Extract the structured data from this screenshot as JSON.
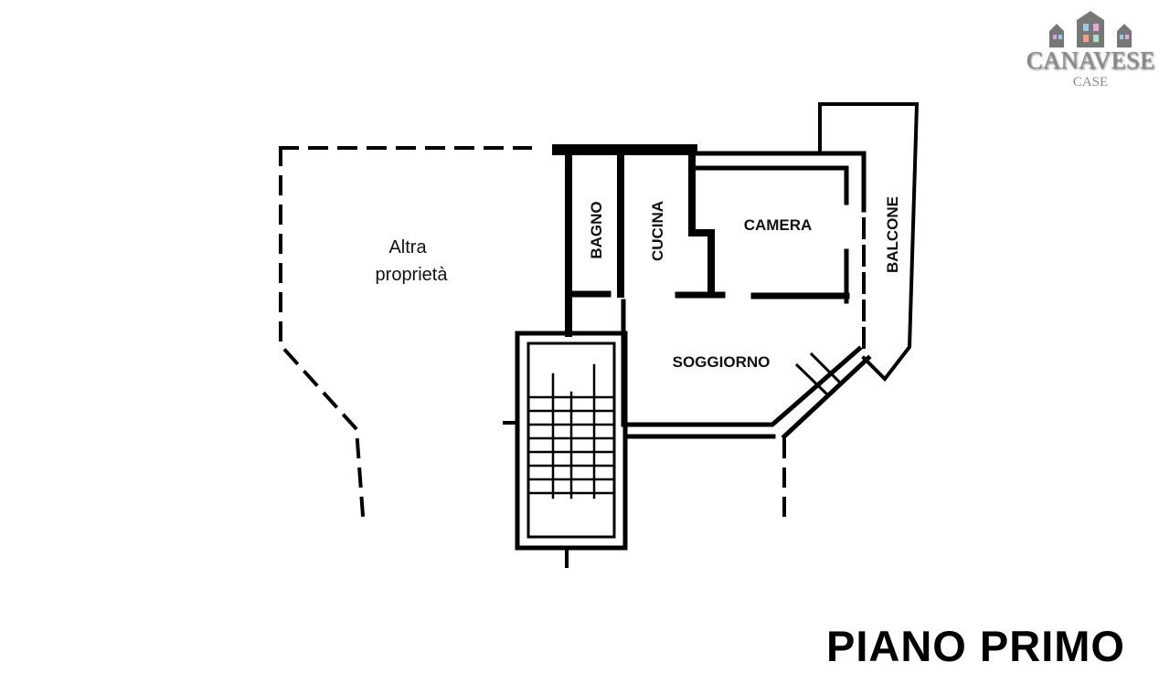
{
  "logo": {
    "name": "CANAVESE",
    "sub": "CASE"
  },
  "rooms": {
    "altra_line1": "Altra",
    "altra_line2": "proprietà",
    "bagno": "BAGNO",
    "cucina": "CUCINA",
    "camera": "CAMERA",
    "balcone": "BALCONE",
    "soggiorno": "SOGGIORNO"
  },
  "title": "PIANO PRIMO"
}
